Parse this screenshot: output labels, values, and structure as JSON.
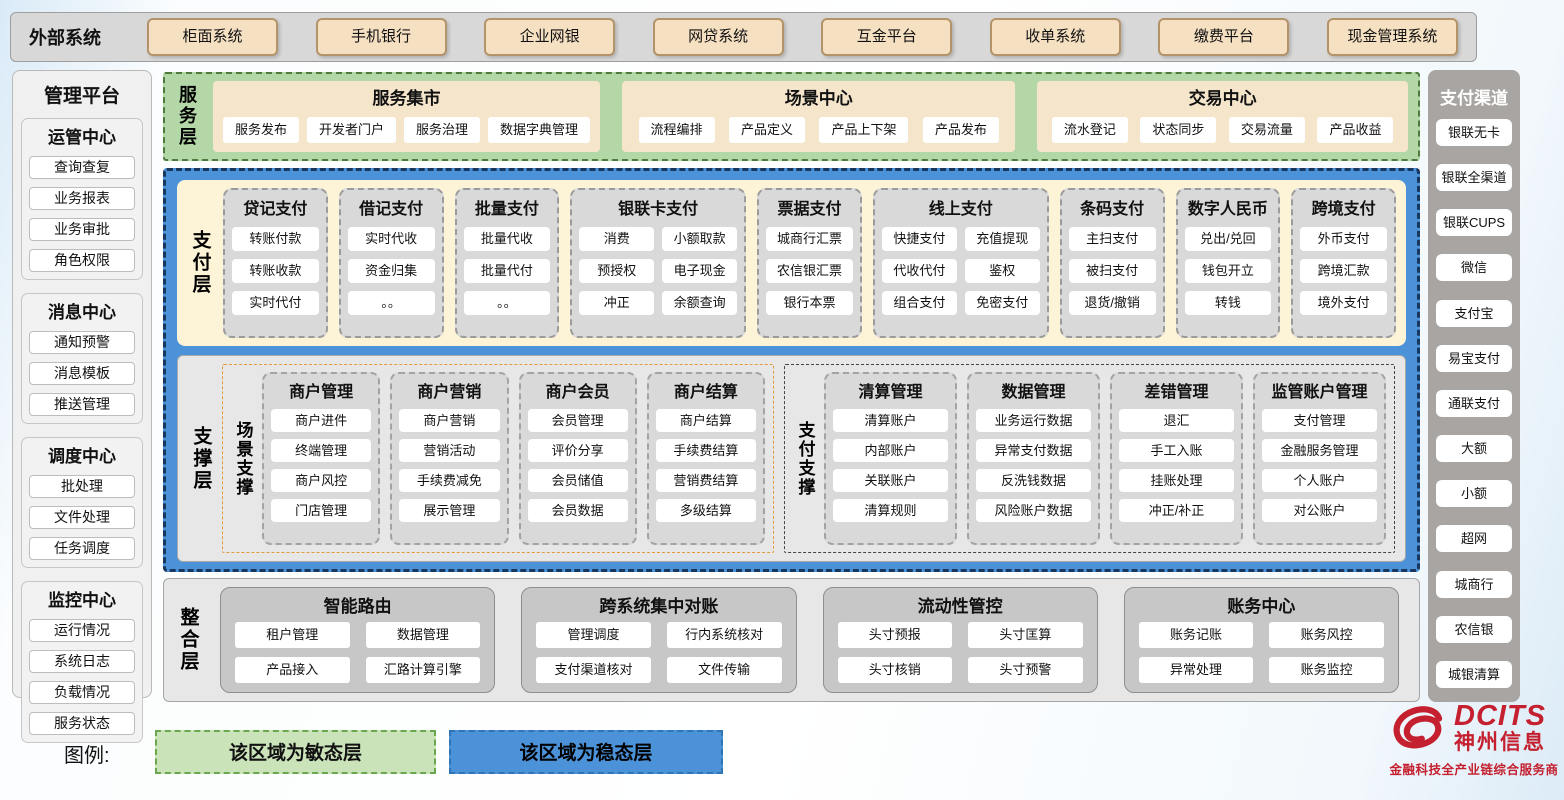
{
  "external_systems": {
    "label": "外部系统",
    "items": [
      "柜面系统",
      "手机银行",
      "企业网银",
      "网贷系统",
      "互金平台",
      "收单系统",
      "缴费平台",
      "现金管理系统"
    ]
  },
  "management_platform": {
    "title": "管理平台",
    "groups": [
      {
        "title": "运管中心",
        "items": [
          "查询查复",
          "业务报表",
          "业务审批",
          "角色权限"
        ]
      },
      {
        "title": "消息中心",
        "items": [
          "通知预警",
          "消息模板",
          "推送管理"
        ]
      },
      {
        "title": "调度中心",
        "items": [
          "批处理",
          "文件处理",
          "任务调度"
        ]
      },
      {
        "title": "监控中心",
        "items": [
          "运行情况",
          "系统日志",
          "负载情况",
          "服务状态"
        ]
      }
    ]
  },
  "service_layer": {
    "label": "服务层",
    "blocks": [
      {
        "title": "服务集市",
        "items": [
          "服务发布",
          "开发者门户",
          "服务治理",
          "数据字典管理"
        ]
      },
      {
        "title": "场景中心",
        "items": [
          "流程编排",
          "产品定义",
          "产品上下架",
          "产品发布"
        ]
      },
      {
        "title": "交易中心",
        "items": [
          "流水登记",
          "状态同步",
          "交易流量",
          "产品收益"
        ]
      }
    ]
  },
  "payment_layer": {
    "label": "支付层",
    "columns": [
      {
        "title": "贷记支付",
        "wide": false,
        "items": [
          "转账付款",
          "转账收款",
          "实时代付"
        ]
      },
      {
        "title": "借记支付",
        "wide": false,
        "items": [
          "实时代收",
          "资金归集",
          "。。"
        ]
      },
      {
        "title": "批量支付",
        "wide": false,
        "items": [
          "批量代收",
          "批量代付",
          "。。"
        ]
      },
      {
        "title": "银联卡支付",
        "wide": true,
        "items": [
          "消费",
          "小额取款",
          "预授权",
          "电子现金",
          "冲正",
          "余额查询"
        ]
      },
      {
        "title": "票据支付",
        "wide": false,
        "items": [
          "城商行汇票",
          "农信银汇票",
          "银行本票"
        ]
      },
      {
        "title": "线上支付",
        "wide": true,
        "items": [
          "快捷支付",
          "充值提现",
          "代收代付",
          "鉴权",
          "组合支付",
          "免密支付"
        ]
      },
      {
        "title": "条码支付",
        "wide": false,
        "items": [
          "主扫支付",
          "被扫支付",
          "退货/撤销"
        ]
      },
      {
        "title": "数字人民币",
        "wide": false,
        "items": [
          "兑出/兑回",
          "钱包开立",
          "转钱"
        ]
      },
      {
        "title": "跨境支付",
        "wide": false,
        "items": [
          "外币支付",
          "跨境汇款",
          "境外支付"
        ]
      }
    ]
  },
  "support_layer": {
    "label": "支撑层",
    "sections": [
      {
        "label": "场景支撑",
        "columns": [
          {
            "title": "商户管理",
            "items": [
              "商户进件",
              "终端管理",
              "商户风控",
              "门店管理"
            ]
          },
          {
            "title": "商户营销",
            "items": [
              "商户营销",
              "营销活动",
              "手续费减免",
              "展示管理"
            ]
          },
          {
            "title": "商户会员",
            "items": [
              "会员管理",
              "评价分享",
              "会员储值",
              "会员数据"
            ]
          },
          {
            "title": "商户结算",
            "items": [
              "商户结算",
              "手续费结算",
              "营销费结算",
              "多级结算"
            ]
          }
        ]
      },
      {
        "label": "支付支撑",
        "columns": [
          {
            "title": "清算管理",
            "items": [
              "清算账户",
              "内部账户",
              "关联账户",
              "清算规则"
            ]
          },
          {
            "title": "数据管理",
            "items": [
              "业务运行数据",
              "异常支付数据",
              "反洗钱数据",
              "风险账户数据"
            ]
          },
          {
            "title": "差错管理",
            "items": [
              "退汇",
              "手工入账",
              "挂账处理",
              "冲正/补正"
            ]
          },
          {
            "title": "监管账户管理",
            "items": [
              "支付管理",
              "金融服务管理",
              "个人账户",
              "对公账户"
            ]
          }
        ]
      }
    ]
  },
  "integration_layer": {
    "label": "整合层",
    "blocks": [
      {
        "title": "智能路由",
        "items": [
          "租户管理",
          "数据管理",
          "产品接入",
          "汇路计算引擎"
        ]
      },
      {
        "title": "跨系统集中对账",
        "items": [
          "管理调度",
          "行内系统核对",
          "支付渠道核对",
          "文件传输"
        ]
      },
      {
        "title": "流动性管控",
        "items": [
          "头寸预报",
          "头寸匡算",
          "头寸核销",
          "头寸预警"
        ]
      },
      {
        "title": "账务中心",
        "items": [
          "账务记账",
          "账务风控",
          "异常处理",
          "账务监控"
        ]
      }
    ]
  },
  "payment_channels": {
    "title": "支付渠道",
    "items": [
      "银联无卡",
      "银联全渠道",
      "银联CUPS",
      "微信",
      "支付宝",
      "易宝支付",
      "通联支付",
      "大额",
      "小额",
      "超网",
      "城商行",
      "农信银",
      "城银清算"
    ]
  },
  "legend": {
    "label": "图例:",
    "items": [
      {
        "text": "该区域为敏态层",
        "type": "agile"
      },
      {
        "text": "该区域为稳态层",
        "type": "stable"
      }
    ]
  },
  "logo": {
    "icon": "dcits-swirl-icon",
    "brand": "DCITS",
    "name": "神州信息",
    "tagline": "金融科技全产业链综合服务商"
  },
  "colors": {
    "agile_green_fill": "#cae3b9",
    "agile_green_border": "#6aa84f",
    "stable_blue_fill": "#4b92d9",
    "stable_blue_border": "#17375e",
    "payment_cream": "#fdf3d6",
    "tan_box": "#f6e0c2",
    "gray_column": "#d9d9d9",
    "sidebar_gray": "#a8a5a2",
    "logo_red": "#c4202f"
  }
}
